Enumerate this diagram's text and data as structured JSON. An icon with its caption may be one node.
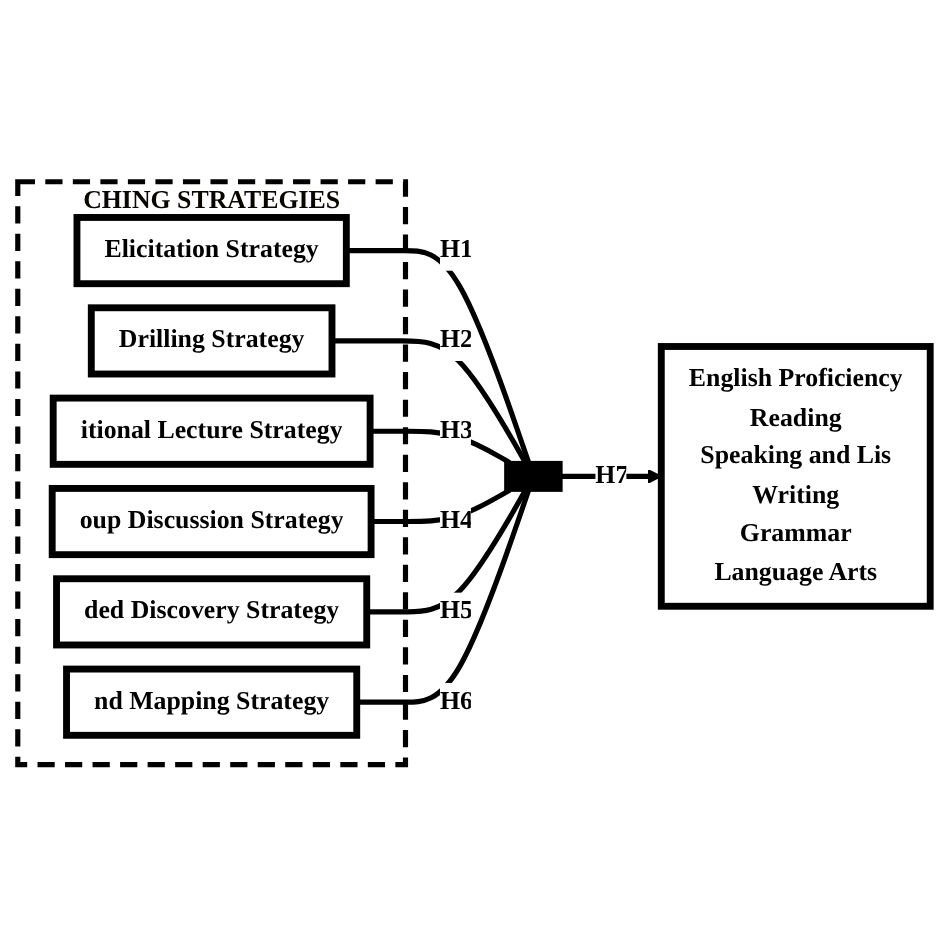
{
  "diagram": {
    "nodes": [
      {
        "text": [
          "CHING STRATEGIES"
        ]
      },
      {
        "text": [
          "Elicitation Strategy"
        ],
        "in": 0
      },
      {
        "text": [
          "Drilling Strategy"
        ],
        "in": 0
      },
      {
        "text": [
          "itional Lecture Strategy"
        ],
        "in": 0
      },
      {
        "text": [
          "oup Discussion Strategy"
        ],
        "in": 0
      },
      {
        "text": [
          "ded Discovery Strategy"
        ],
        "in": 0
      },
      {
        "text": [
          "nd Mapping Strategy"
        ],
        "in": 0
      },
      {
        "text": [],
        "shape": "bar"
      },
      {
        "text": [
          "English Proficiency",
          "Reading",
          "Speaking and Lis",
          "Writing",
          "Grammar",
          "Language Arts"
        ]
      }
    ],
    "edges": [
      {
        "from": 1,
        "to": 7,
        "arrow": "none",
        "label": "H1"
      },
      {
        "from": 2,
        "to": 7,
        "arrow": "none",
        "label": "H2"
      },
      {
        "from": 3,
        "to": 7,
        "arrow": "none",
        "label": "H3"
      },
      {
        "from": 4,
        "to": 7,
        "arrow": "none",
        "label": "H4"
      },
      {
        "from": 5,
        "to": 7,
        "arrow": "none",
        "label": "H5"
      },
      {
        "from": 6,
        "to": 7,
        "arrow": "none",
        "label": "H6"
      },
      {
        "from": 7,
        "to": 8,
        "arrow": "to",
        "label": "H7"
      }
    ]
  }
}
